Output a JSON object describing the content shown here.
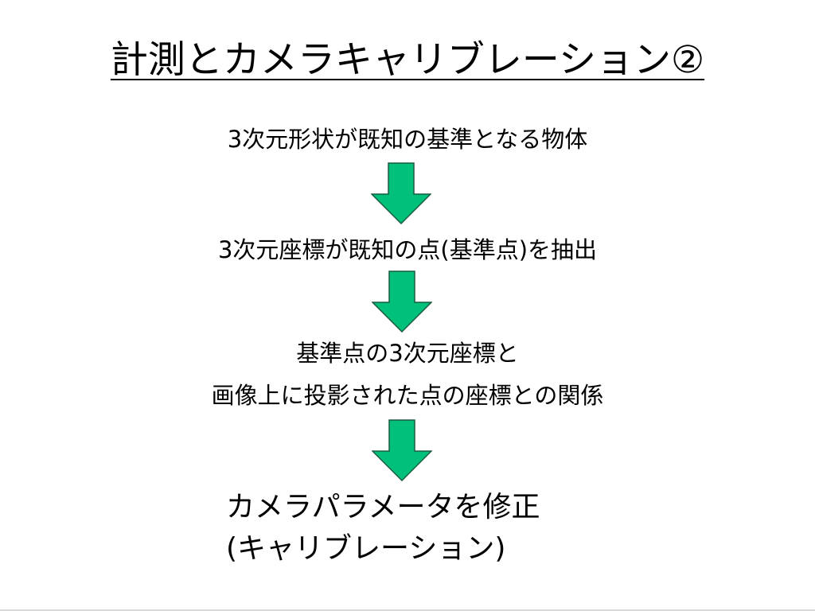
{
  "slide": {
    "title": "計測とカメラキャリブレーション②",
    "steps": [
      "3次元形状が既知の基準となる物体",
      "3次元座標が既知の点(基準点)を抽出",
      "基準点の3次元座標と",
      "画像上に投影された点の座標との関係",
      "カメラパラメータを修正",
      "(キャリブレーション)"
    ],
    "arrow_fill": "#00c07a",
    "arrow_stroke": "#1a5c40"
  }
}
